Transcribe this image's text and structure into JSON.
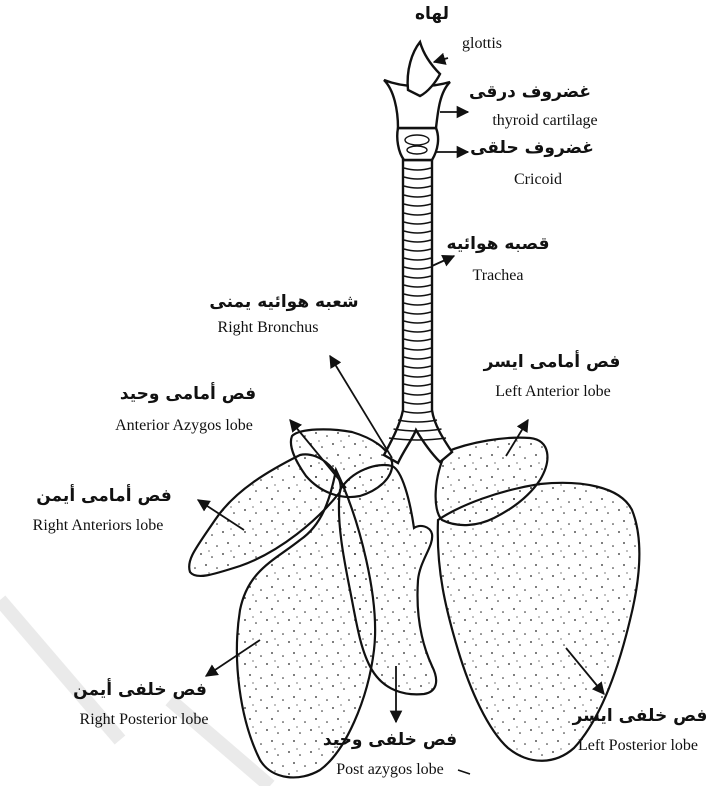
{
  "labels": {
    "glottis": {
      "ar": "لهاه",
      "en": "glottis"
    },
    "thyroid": {
      "ar": "غضروف درقى",
      "en": "thyroid cartilage"
    },
    "cricoid": {
      "ar": "غضروف حلقى",
      "en": "Cricoid"
    },
    "trachea": {
      "ar": "قصبه هوائيه",
      "en": "Trachea"
    },
    "right_bronchus": {
      "ar": "شعبه هوائيه يمنى",
      "en": "Right Bronchus"
    },
    "left_anterior": {
      "ar": "فص أمامى ايسر",
      "en": "Left Anterior lobe"
    },
    "anterior_azygos": {
      "ar": "فص أمامى وحيد",
      "en": "Anterior Azygos lobe"
    },
    "right_anterior": {
      "ar": "فص أمامى أيمن",
      "en": "Right Anteriors lobe"
    },
    "right_posterior": {
      "ar": "فص خلفى أيمن",
      "en": "Right Posterior lobe"
    },
    "post_azygos": {
      "ar": "فص خلفى وحيد",
      "en": "Post azygos lobe"
    },
    "left_posterior": {
      "ar": "فص خلفى ايسر",
      "en": "Left Posterior lobe"
    }
  },
  "colors": {
    "ink": "#111111",
    "fill": "#ffffff",
    "watermark": "#e6e6e6"
  },
  "watermark": "diagonal-stripe"
}
